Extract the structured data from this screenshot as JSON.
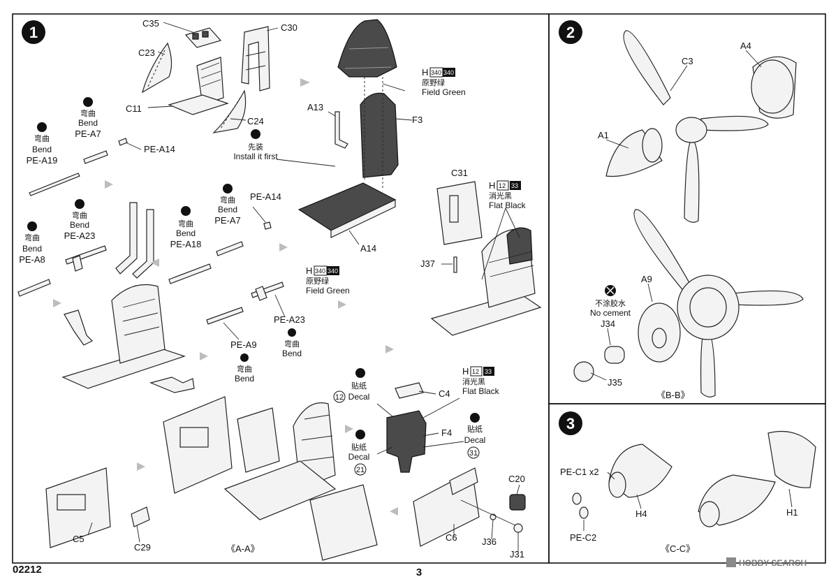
{
  "footer": {
    "code": "02212",
    "page": "3",
    "watermark": "HOBBY SEARCH"
  },
  "steps": {
    "s1": "1",
    "s2": "2",
    "s3": "3"
  },
  "views": {
    "aa": "《A-A》",
    "bb": "《B-B》",
    "cc": "《C-C》"
  },
  "colors": {
    "h340_code": "H",
    "h340_a": "340",
    "h340_b": "340",
    "h340_cn": "原野绿",
    "h340_en": "Field Green",
    "h12_code": "H",
    "h12_a": "12",
    "h12_b": "33",
    "h12_cn": "消光黑",
    "h12_en": "Flat Black"
  },
  "words": {
    "bend_cn": "弯曲",
    "bend_en": "Bend",
    "first_cn": "先装",
    "first_en": "Install it first",
    "decal_cn": "贴纸",
    "decal_en": "Decal",
    "nocement_cn": "不涂胶水",
    "nocement_en": "No cement"
  },
  "decals": {
    "d12": "12",
    "d21": "21",
    "d31": "31"
  },
  "parts": {
    "C35": "C35",
    "C30": "C30",
    "C23": "C23",
    "C11": "C11",
    "C24": "C24",
    "PE_A7": "PE-A7",
    "PE_A14": "PE-A14",
    "PE_A19": "PE-A19",
    "PE_A23": "PE-A23",
    "PE_A8": "PE-A8",
    "PE_A18": "PE-A18",
    "PE_A9": "PE-A9",
    "A13": "A13",
    "F3": "F3",
    "A14": "A14",
    "C31": "C31",
    "J37": "J37",
    "C4": "C4",
    "F4": "F4",
    "C20": "C20",
    "C6": "C6",
    "J36": "J36",
    "J31": "J31",
    "C5": "C5",
    "C29": "C29",
    "A4": "A4",
    "C3": "C3",
    "A1": "A1",
    "A9": "A9",
    "J34": "J34",
    "J35": "J35",
    "PE_C1": "PE-C1 x2",
    "PE_C2": "PE-C2",
    "H4": "H4",
    "H1": "H1"
  }
}
